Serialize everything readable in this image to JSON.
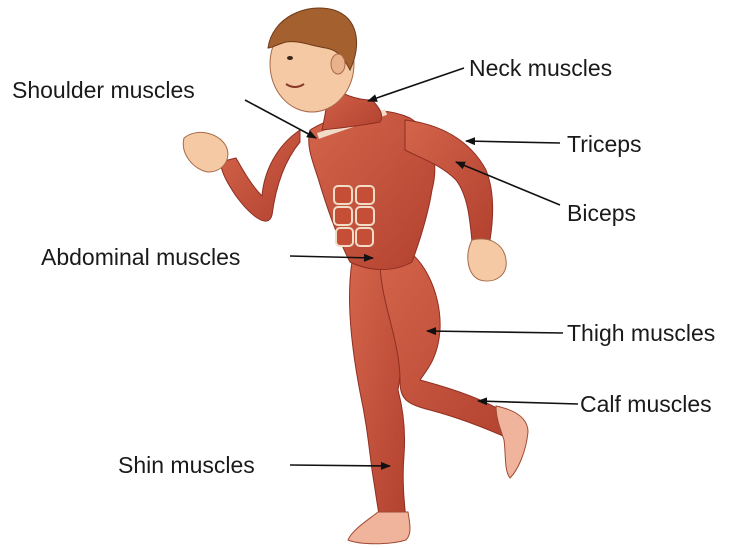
{
  "labels": {
    "shoulder": "Shoulder muscles",
    "neck": "Neck muscles",
    "triceps": "Triceps",
    "biceps": "Biceps",
    "abdominal": "Abdominal muscles",
    "thigh": "Thigh muscles",
    "calf": "Calf muscles",
    "shin": "Shin muscles"
  },
  "colors": {
    "muscle": "#c8553f",
    "muscle_dark": "#9e3527",
    "tendon": "#f1dcc7",
    "skin": "#f4c9a4",
    "hair": "#a4602e",
    "arrow": "#111111"
  }
}
